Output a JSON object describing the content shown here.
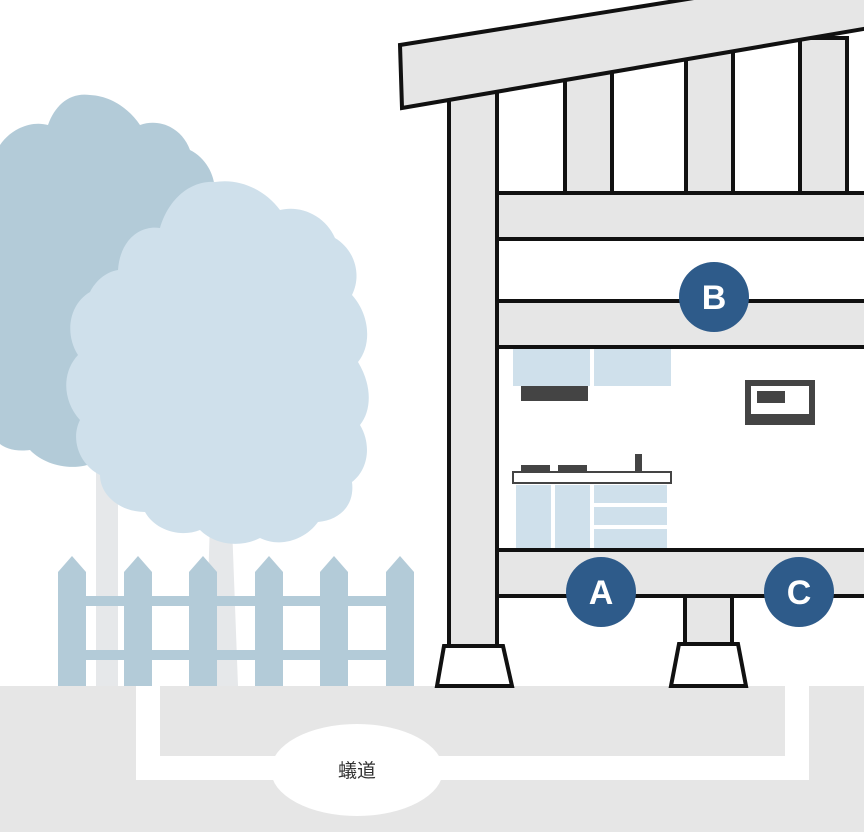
{
  "markers": {
    "a": "A",
    "b": "B",
    "c": "C"
  },
  "tunnel": {
    "label": "蟻道"
  },
  "colors": {
    "tree_back": "#b3cbd8",
    "tree_front": "#cfe0eb",
    "trunk": "#e6e8ea",
    "fence": "#b3cbd8",
    "ground": "#e6e6e6",
    "frame": "#e6e6e6",
    "outline": "#111111",
    "marker": "#2e5b8a",
    "kitchen": "#cfe0eb",
    "tunnel": "#ffffff"
  }
}
